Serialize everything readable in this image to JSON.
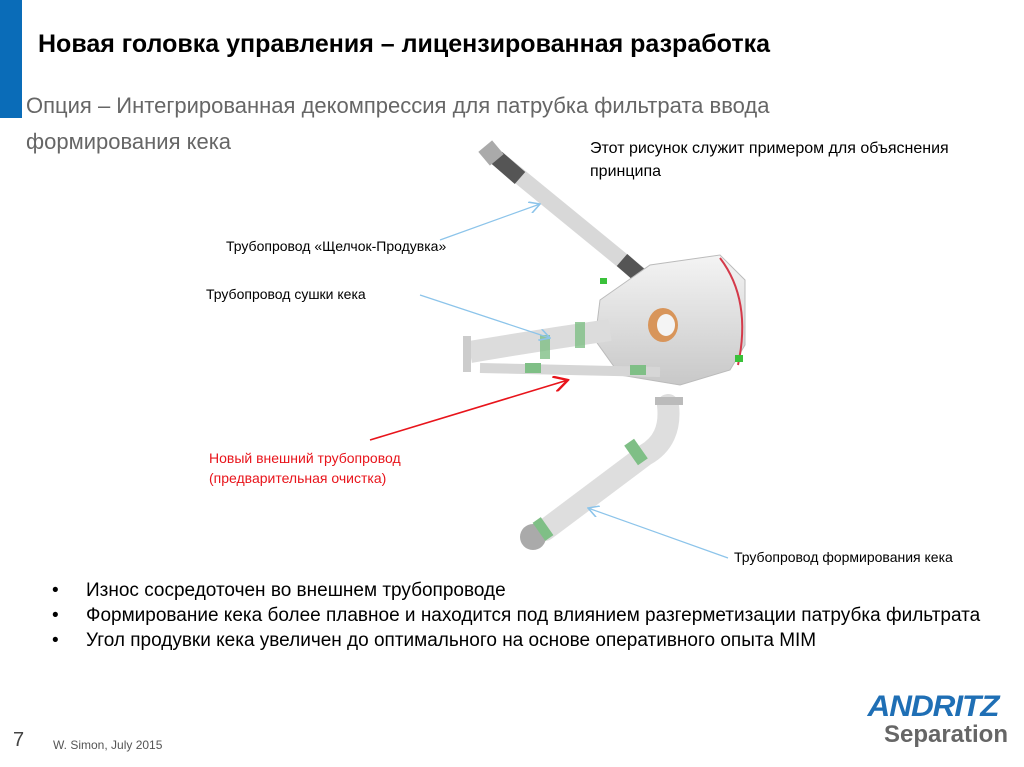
{
  "slide": {
    "title": "Новая головка управления – лицензированная разработка",
    "subtitle": "Опция – Интегрированная декомпрессия для патрубка фильтрата ввода формирования кека",
    "note": "Этот рисунок служит примером для объяснения принципа",
    "accent_color": "#0a6cb8"
  },
  "diagram": {
    "labels": {
      "click_blow": "Трубопровод «Щелчок-Продувка»",
      "cake_drying": "Трубопровод сушки кека",
      "new_external": "Новый внешний трубопровод",
      "new_external_sub": "(предварительная очистка)",
      "cake_forming": "Трубопровод формирования кека"
    },
    "colors": {
      "callout_blue": "#8cc4ea",
      "callout_red": "#e8141b",
      "pipe": "#e4e4e4",
      "coupling": "#7fbf86",
      "nozzle": "#d8955a"
    }
  },
  "bullets": [
    "Износ сосредоточен во внешнем трубопроводе",
    "Формирование кека более плавное и находится под влиянием разгерметизации патрубка фильтрата",
    "Угол продувки кека увеличен до оптимального на основе оперативного опыта MIM"
  ],
  "footer": {
    "page_number": "7",
    "author": "W. Simon, July 2015",
    "logo_top": "ANDRITZ",
    "logo_bottom": "Separation"
  }
}
